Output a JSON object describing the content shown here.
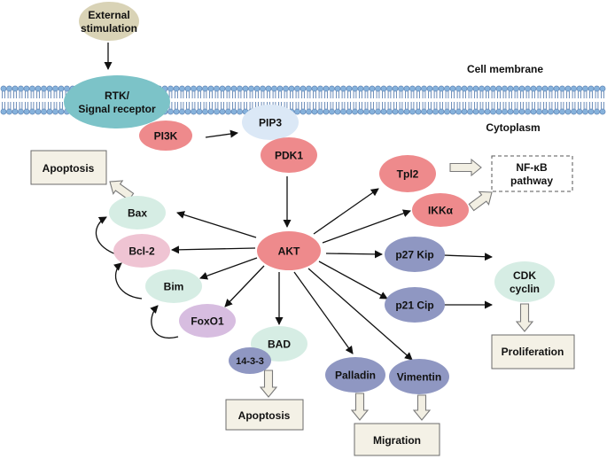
{
  "diagram": {
    "membrane_label": "Cell membrane",
    "cytoplasm_label": "Cytoplasm",
    "nodes": {
      "external": {
        "lines": [
          "External",
          "stimulation"
        ],
        "color": "#d9d3b6"
      },
      "rtk": {
        "lines": [
          "RTK/",
          "Signal receptor"
        ],
        "color": "#7cc3c8"
      },
      "pi3k": {
        "lines": [
          "PI3K"
        ],
        "color": "#ee8a8c"
      },
      "pip3": {
        "lines": [
          "PIP3"
        ],
        "color": "#dbe8f6"
      },
      "pdk1": {
        "lines": [
          "PDK1"
        ],
        "color": "#ee8a8c"
      },
      "akt": {
        "lines": [
          "AKT"
        ],
        "color": "#ee8a8c"
      },
      "tpl2": {
        "lines": [
          "Tpl2"
        ],
        "color": "#ee8a8c"
      },
      "ikka": {
        "lines": [
          "IKKα"
        ],
        "color": "#ee8a8c"
      },
      "bax": {
        "lines": [
          "Bax"
        ],
        "color": "#d6ede4"
      },
      "bcl2": {
        "lines": [
          "Bcl-2"
        ],
        "color": "#efc4d3"
      },
      "bim": {
        "lines": [
          "Bim"
        ],
        "color": "#d6ede4"
      },
      "foxo1": {
        "lines": [
          "FoxO1"
        ],
        "color": "#d7bde0"
      },
      "bad": {
        "lines": [
          "BAD"
        ],
        "color": "#d6ede4"
      },
      "p1433": {
        "lines": [
          "14-3-3"
        ],
        "color": "#8f97c2"
      },
      "palladin": {
        "lines": [
          "Palladin"
        ],
        "color": "#8f97c2"
      },
      "vimentin": {
        "lines": [
          "Vimentin"
        ],
        "color": "#8f97c2"
      },
      "p27": {
        "lines": [
          "p27 Kip"
        ],
        "color": "#8f97c2"
      },
      "p21": {
        "lines": [
          "p21 Cip"
        ],
        "color": "#8f97c2"
      },
      "cdk": {
        "lines": [
          "CDK",
          "cyclin"
        ],
        "color": "#d6ede4"
      }
    },
    "boxes": {
      "apoptosis_top": "Apoptosis",
      "apoptosis_bottom": "Apoptosis",
      "nfkb": [
        "NF-κB",
        "pathway"
      ],
      "proliferation": "Proliferation",
      "migration": "Migration"
    },
    "colors": {
      "membrane_head": "#86b2dc",
      "membrane_tail": "#5a7fb0",
      "outcome_box_fill": "#f4f1e6",
      "outcome_box_stroke": "#6b6b6b",
      "block_arrow_fill": "#f2efe3",
      "block_arrow_stroke": "#7a7a7a"
    }
  }
}
